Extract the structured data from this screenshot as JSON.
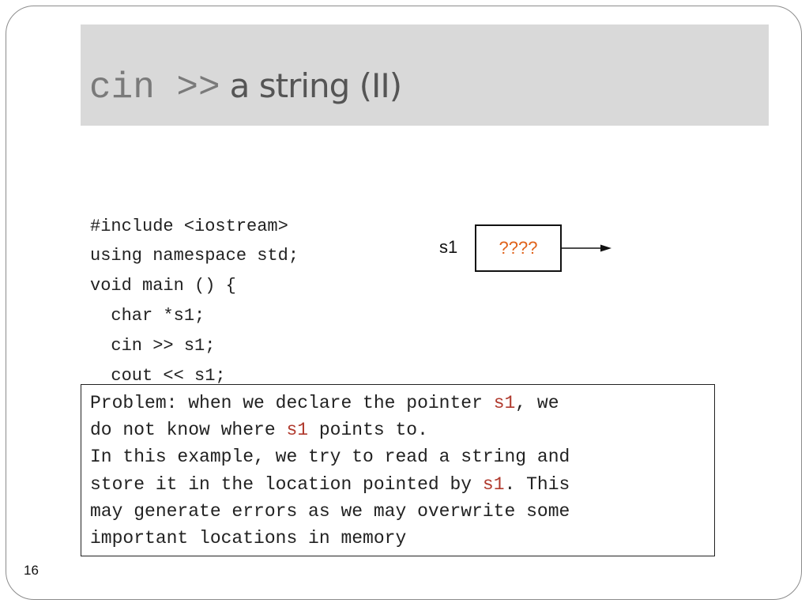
{
  "slide": {
    "title_code": "cin >>",
    "title_text": "a string (II)",
    "page_number": "16"
  },
  "code": {
    "lines": [
      "#include <iostream>",
      "using namespace std;",
      "void main () {",
      "  char *s1;",
      "  cin >> s1;",
      "  cout << s1;",
      "}"
    ]
  },
  "diagram": {
    "variable_label": "s1",
    "box_value": "????",
    "box_value_color": "#e0621a",
    "arrow_icon": "arrow-right-icon"
  },
  "note": {
    "highlight_color": "#b03a2e",
    "lines": [
      {
        "segments": [
          {
            "text": "Problem: when we declare the pointer ",
            "hl": false
          },
          {
            "text": "s1",
            "hl": true
          },
          {
            "text": ", we",
            "hl": false
          }
        ]
      },
      {
        "segments": [
          {
            "text": "do not know where ",
            "hl": false
          },
          {
            "text": "s1",
            "hl": true
          },
          {
            "text": " points to.",
            "hl": false
          }
        ]
      },
      {
        "segments": [
          {
            "text": "In this example, we try to read a string and",
            "hl": false
          }
        ]
      },
      {
        "segments": [
          {
            "text": "store it in the location pointed by ",
            "hl": false
          },
          {
            "text": "s1",
            "hl": true
          },
          {
            "text": ". This",
            "hl": false
          }
        ]
      },
      {
        "segments": [
          {
            "text": "may generate errors as we may overwrite some",
            "hl": false
          }
        ]
      },
      {
        "segments": [
          {
            "text": "important locations in memory",
            "hl": false
          }
        ]
      }
    ]
  }
}
